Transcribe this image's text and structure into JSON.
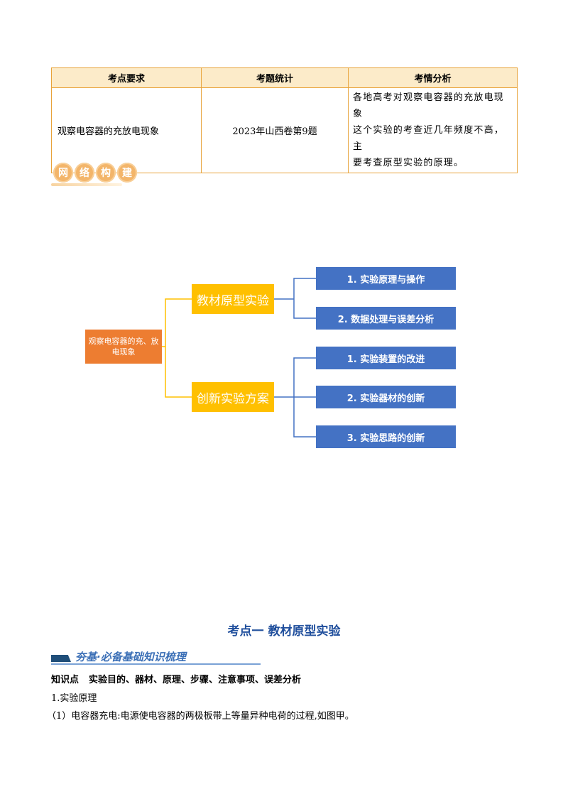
{
  "table": {
    "headers": [
      "考点要求",
      "考题统计",
      "考情分析"
    ],
    "row": {
      "requirement": "观察电容器的充放电现象",
      "statistics": "2023年山西卷第9题",
      "analysis_lines": [
        "各地高考对观察电容器的充放电现象",
        "这个实验的考查近几年频度不高，主",
        "要考查原型实验的原理。"
      ]
    }
  },
  "badge": {
    "chars": [
      "网",
      "络",
      "构",
      "建"
    ]
  },
  "mindmap": {
    "root": "观察电容器的充、放电现象",
    "branches": [
      {
        "label": "教材原型实验",
        "leaves": [
          "1. 实验原理与操作",
          "2. 数据处理与误差分析"
        ]
      },
      {
        "label": "创新实验方案",
        "leaves": [
          "1. 实验装置的改进",
          "2. 实验器材的创新",
          "3. 实验思路的创新"
        ]
      }
    ],
    "colors": {
      "root": "#ed7d31",
      "branch": "#ffc000",
      "leaf": "#4472c4",
      "line_yellow": "#ffc000",
      "line_blue": "#4472c4"
    }
  },
  "section": {
    "title": "考点一  教材原型实验",
    "band_label": "夯基·必备基础知识梳理",
    "knowledge_point_label": "知识点",
    "knowledge_point_text": "实验目的、器材、原理、步骤、注意事项、误差分析",
    "p1": "1.实验原理",
    "p2": "（1）电容器充电:电源使电容器的两极板带上等量异种电荷的过程,如图甲。"
  }
}
